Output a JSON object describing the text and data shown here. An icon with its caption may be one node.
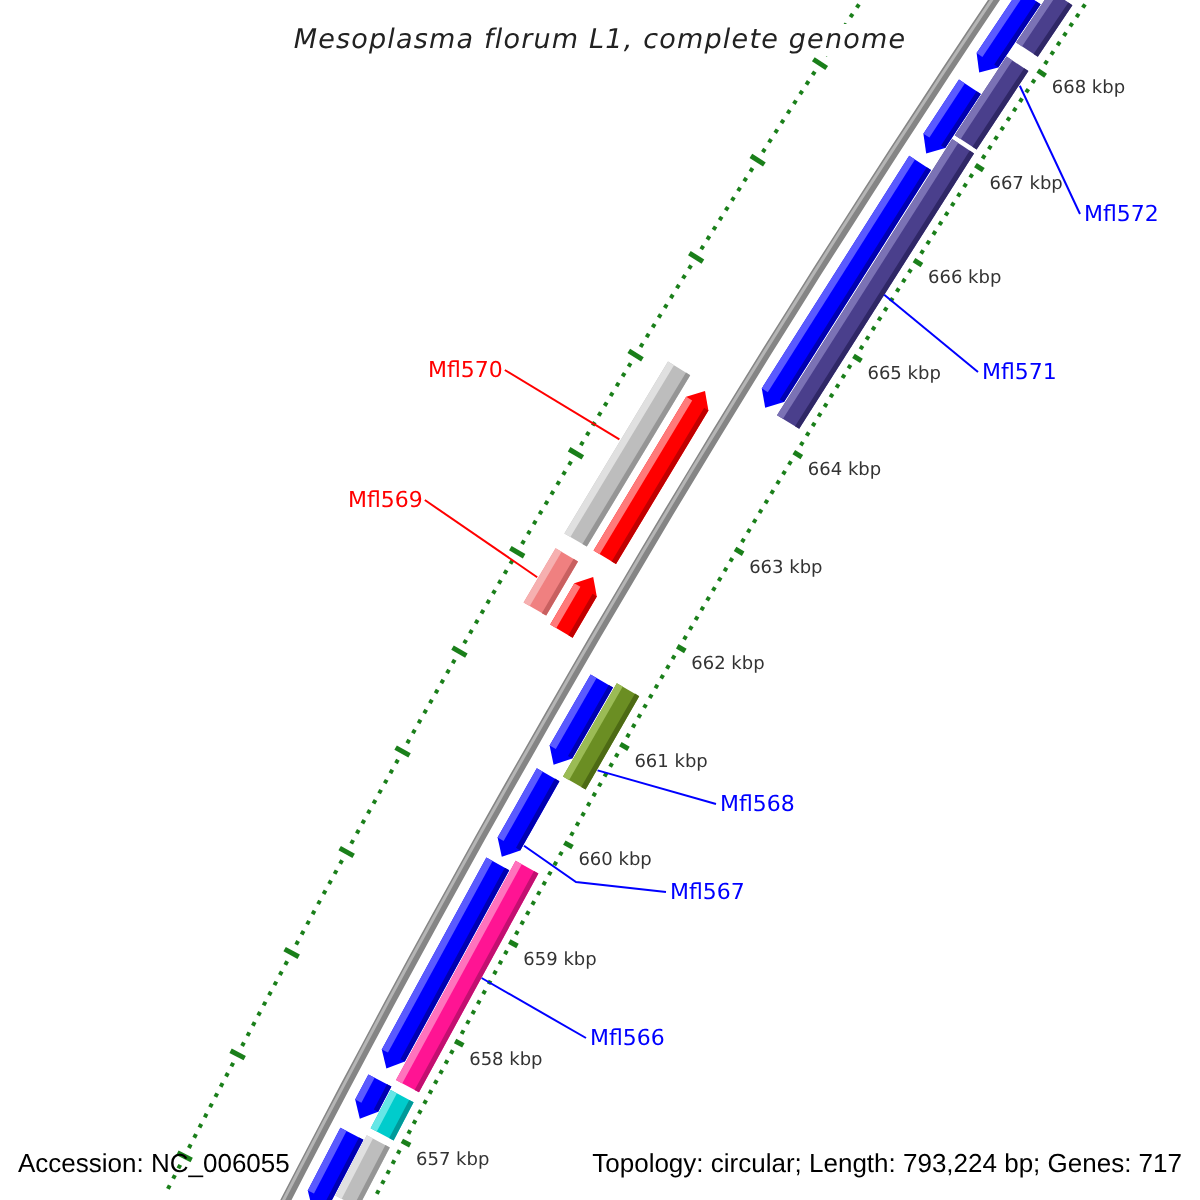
{
  "diagram": {
    "title": "Mesoplasma florum L1, complete genome",
    "nodes": [
      {
        "text": [
          "Mfl572"
        ]
      },
      {
        "text": [
          "Mfl571"
        ]
      },
      {
        "text": [
          "Mfl570"
        ]
      },
      {
        "text": [
          "Mfl569"
        ]
      },
      {
        "text": [
          "Mfl568"
        ]
      },
      {
        "text": [
          "Mfl567"
        ]
      },
      {
        "text": [
          "Mfl566"
        ]
      },
      {
        "text": [],
        "shape": "arrow"
      },
      {
        "text": [],
        "shape": "bar"
      },
      {
        "text": [],
        "shape": "bar"
      },
      {
        "text": [],
        "shape": "arrow"
      },
      {
        "text": [],
        "shape": "bar"
      },
      {
        "text": [],
        "shape": "arrow"
      },
      {
        "text": [],
        "shape": "bar"
      },
      {
        "text": [],
        "shape": "arrow"
      },
      {
        "text": [],
        "shape": "bar"
      },
      {
        "text": [],
        "shape": "arrow"
      },
      {
        "text": [],
        "shape": "arrow"
      },
      {
        "text": [],
        "shape": "bar"
      },
      {
        "text": [],
        "shape": "arrow"
      },
      {
        "text": [],
        "shape": "arrow"
      },
      {
        "text": [],
        "shape": "bar"
      },
      {
        "text": [],
        "shape": "arrow"
      },
      {
        "text": [],
        "shape": "bar"
      },
      {
        "text": [],
        "shape": "arrow"
      },
      {
        "text": [],
        "shape": "bar"
      }
    ],
    "edges": [
      {
        "from": 0,
        "to": 9,
        "arrow": "none"
      },
      {
        "from": 1,
        "to": 11,
        "arrow": "none"
      },
      {
        "from": 2,
        "to": 13,
        "arrow": "none",
        "color": "#ff0000"
      },
      {
        "from": 3,
        "to": 15,
        "arrow": "none",
        "color": "#ff0000"
      },
      {
        "from": 4,
        "to": 18,
        "arrow": "none"
      },
      {
        "from": 5,
        "to": 19,
        "arrow": "none"
      },
      {
        "from": 6,
        "to": 21,
        "arrow": "none"
      }
    ],
    "labels": [
      "668 kbp",
      "667 kbp",
      "666 kbp",
      "665 kbp",
      "664 kbp",
      "663 kbp",
      "662 kbp",
      "661 kbp",
      "660 kbp",
      "659 kbp",
      "658 kbp",
      "657 kbp",
      "Accession: NC_006055",
      "Topology: circular; Length: 793,224 bp; Genes: 717"
    ]
  }
}
